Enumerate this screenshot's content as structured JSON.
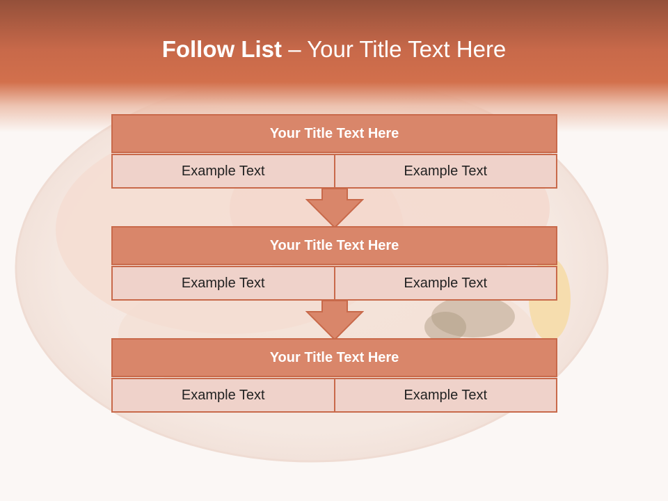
{
  "slide": {
    "title_bold": "Follow List",
    "title_rest": " – Your Title Text Here"
  },
  "steps": [
    {
      "title": "Your Title Text Here",
      "left": "Example Text",
      "right": "Example Text"
    },
    {
      "title": "Your Title Text Here",
      "left": "Example Text",
      "right": "Example Text"
    },
    {
      "title": "Your Title Text Here",
      "left": "Example Text",
      "right": "Example Text"
    }
  ],
  "colors": {
    "header_dark": "#94503a",
    "header_mid": "#d2704c",
    "step_title_fill": "#d9866a",
    "step_border": "#c8694a",
    "step_cell_fill": "#efd2ca"
  }
}
